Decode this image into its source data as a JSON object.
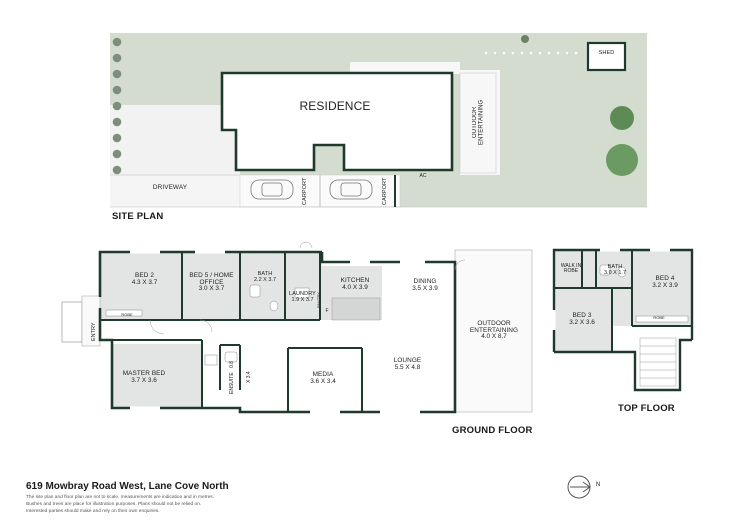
{
  "site_plan": {
    "heading": "SITE PLAN",
    "residence": "RESIDENCE",
    "outdoor_entertaining": "OUTDOOR ENTERTAINING",
    "driveway": "DRIVEWAY",
    "carport_left": "CARPORT",
    "carport_right": "CARPORT",
    "shed": "SHED",
    "ac": "AC"
  },
  "ground_floor": {
    "heading": "GROUND FLOOR",
    "rooms": {
      "bed2": {
        "name": "BED 2",
        "dims": "4.3 X 3.7"
      },
      "bed5": {
        "name": "BED 5 / HOME OFFICE",
        "dims": "3.0 X 3.7"
      },
      "bath": {
        "name": "BATH",
        "dims": "2.2 X 3.7"
      },
      "laundry": {
        "name": "LAUNDRY",
        "dims": "1.9 X 3.7"
      },
      "kitchen": {
        "name": "KITCHEN",
        "dims": "4.0 X 3.9"
      },
      "dining": {
        "name": "DINING",
        "dims": "3.5 X 3.9"
      },
      "outdoor": {
        "name": "OUTDOOR ENTERTAINING",
        "dims": "4.0 X 8.7"
      },
      "master": {
        "name": "MASTER BED",
        "dims": "3.7 X 3.6"
      },
      "ensuite": {
        "name": "ENSUITE",
        "dims": "0.8 X 3.4"
      },
      "media": {
        "name": "MEDIA",
        "dims": "3.6 X 3.4"
      },
      "lounge": {
        "name": "LOUNGE",
        "dims": "5.5 X 4.8"
      }
    },
    "entry": "ENTRY",
    "robe": "ROBE",
    "pantry": "PANTRY",
    "fridge": "F"
  },
  "top_floor": {
    "heading": "TOP FLOOR",
    "rooms": {
      "walk_in_robe": {
        "name": "WALK IN ROBE"
      },
      "bath": {
        "name": "BATH",
        "dims": "3.0 X 1.7"
      },
      "bed4": {
        "name": "BED 4",
        "dims": "3.2 X 3.9"
      },
      "bed3": {
        "name": "BED 3",
        "dims": "3.2 X 3.6"
      }
    },
    "robe": "ROBE"
  },
  "footer": {
    "address": "619 Mowbray Road West, Lane Cove North",
    "disclaimer": [
      "The site plan and floor plan are not to scale, measurements are indication and in metres.",
      "Bushes and trees are place for illustration purposes. Plans should not be relied on.",
      "Interested parties should make and rely on their own enquiries."
    ],
    "north": "N"
  },
  "colors": {
    "wall": "#1f3a2c",
    "grass": "#d3dccf",
    "paving": "#f4f4f4",
    "floor_grey": "#e3e5e4",
    "compass": "#555555"
  },
  "icons": [
    "north-arrow-icon",
    "tree-icon",
    "car-icon"
  ]
}
